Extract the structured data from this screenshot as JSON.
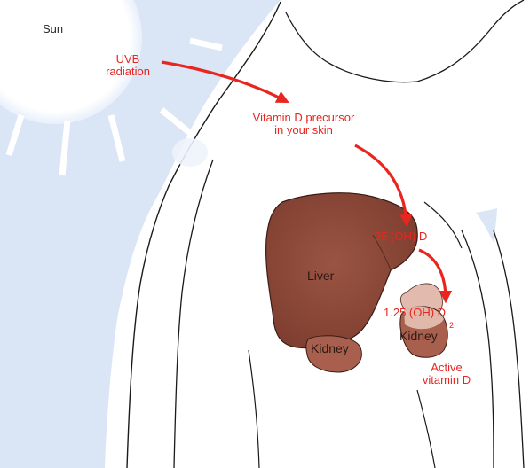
{
  "colors": {
    "sky": "#dae6f6",
    "body_fill": "#ffffff",
    "outline": "#1a1a1a",
    "liver": "#8e4a3a",
    "kidney": "#a85f4d",
    "kidney_right": "#d9b0a3",
    "arrow": "#e8261f",
    "label_red": "#e8261f"
  },
  "labels": {
    "sun": "Sun",
    "uvb": [
      "UVB",
      "radiation"
    ],
    "precursor": [
      "Vitamin D precursor",
      "in your skin"
    ],
    "oh25": "25 (OH) D",
    "liver": "Liver",
    "oh125": [
      "1.25 (OH) D",
      "2"
    ],
    "kidney_left": "Kidney",
    "kidney_right": "Kidney",
    "active": [
      "Active",
      "vitamin D"
    ]
  }
}
